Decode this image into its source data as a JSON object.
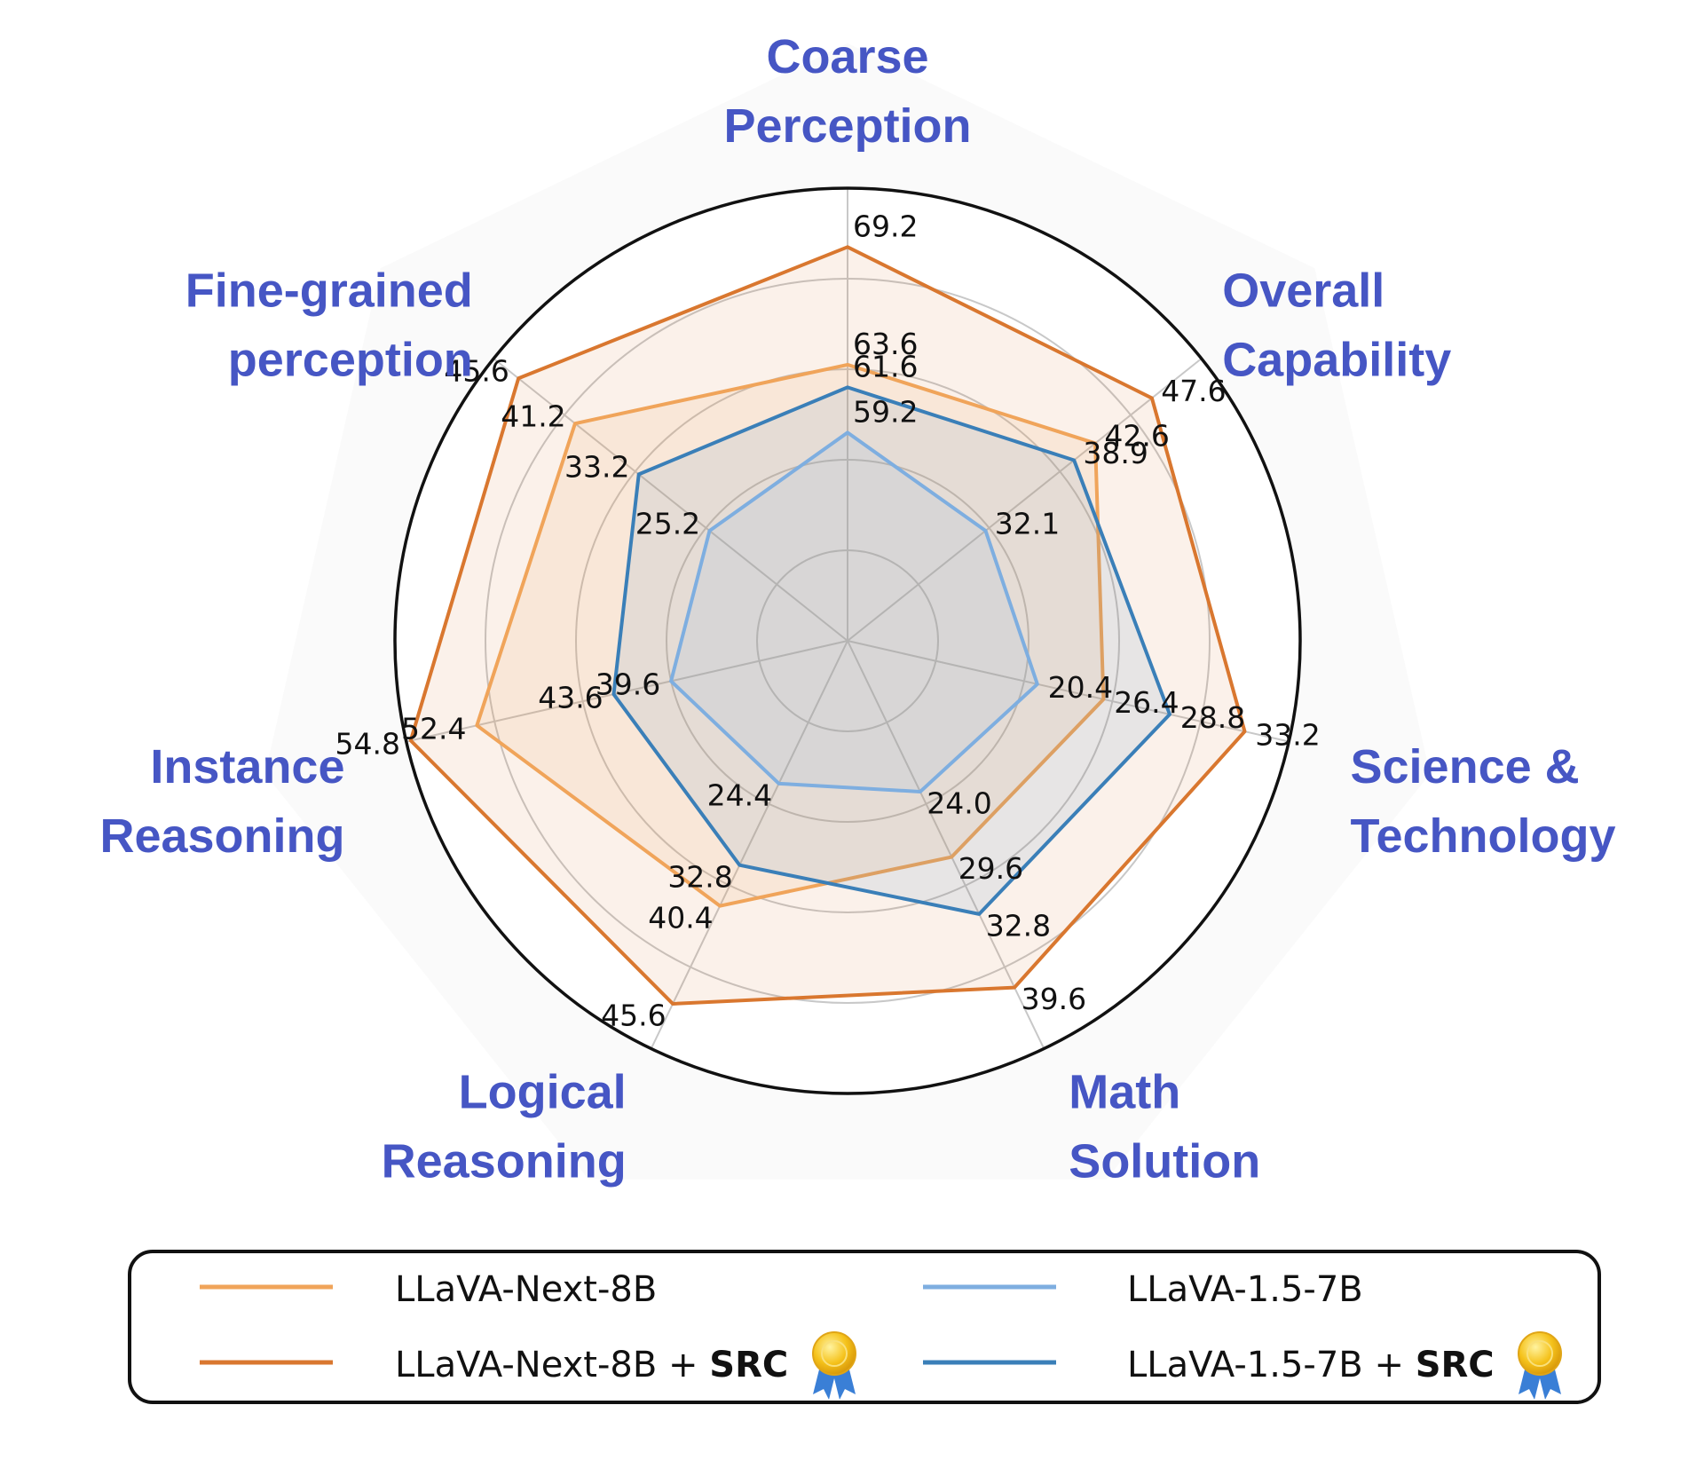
{
  "chart_data": {
    "type": "radar",
    "categories": [
      [
        "Coarse",
        "Perception"
      ],
      [
        "Overall",
        "Capability"
      ],
      [
        "Science &",
        "Technology"
      ],
      [
        "Math",
        "Solution"
      ],
      [
        "Logical",
        "Reasoning"
      ],
      [
        "Instance",
        "Reasoning"
      ],
      [
        "Fine-grained",
        "perception"
      ]
    ],
    "series": [
      {
        "name": "LLaVA-Next-8B",
        "color": "#f0a45a",
        "values": [
          "63.6",
          "42.6",
          "26.4",
          "29.6",
          "40.4",
          "52.4",
          "41.2"
        ],
        "r": [
          0.61,
          0.7,
          0.58,
          0.53,
          0.65,
          0.84,
          0.77
        ]
      },
      {
        "name": "LLaVA-Next-8B + SRC",
        "name_main": "LLaVA-Next-8B +",
        "name_bold": "SRC",
        "award": true,
        "color": "#d9772f",
        "values": [
          "69.2",
          "47.6",
          "33.2",
          "39.6",
          "45.6",
          "54.8",
          "45.6"
        ],
        "r": [
          0.87,
          0.86,
          0.9,
          0.85,
          0.89,
          0.99,
          0.93
        ]
      },
      {
        "name": "LLaVA-1.5-7B",
        "color": "#7eaee0",
        "values": [
          "59.2",
          "32.1",
          "20.4",
          "24.0",
          "24.4",
          "39.6",
          "25.2"
        ],
        "r": [
          0.46,
          0.39,
          0.43,
          0.37,
          0.35,
          0.4,
          0.39
        ]
      },
      {
        "name": "LLaVA-1.5-7B + SRC",
        "name_main": "LLaVA-1.5-7B +",
        "name_bold": "SRC",
        "award": true,
        "color": "#3a7fb8",
        "values": [
          "61.6",
          "38.9",
          "28.8",
          "32.8",
          "32.8",
          "43.6",
          "33.2"
        ],
        "r": [
          0.56,
          0.64,
          0.73,
          0.67,
          0.55,
          0.53,
          0.59
        ]
      }
    ],
    "label_color": "#4656c4",
    "grid": true,
    "legend_position": "bottom"
  }
}
